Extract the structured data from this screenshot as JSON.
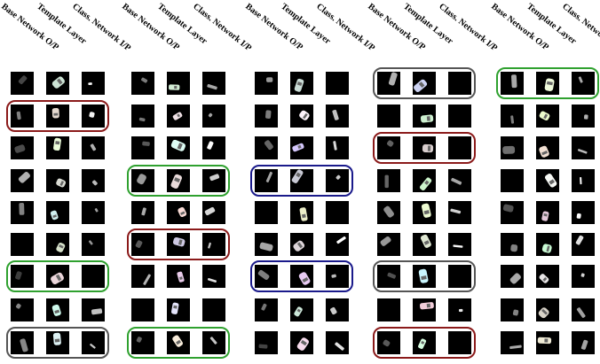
{
  "column_headers": [
    "Base Network O/P",
    "Template Layer",
    "Class. Network I/P"
  ],
  "rows_per_panel": 9,
  "panel_count": 5,
  "box_colors": {
    "red": "#8b1a1a",
    "green": "#2fa12f",
    "blue": "#1a1a8b",
    "gray": "#555555"
  },
  "highlights": [
    {
      "panel": 0,
      "row": 1,
      "color": "red"
    },
    {
      "panel": 0,
      "row": 6,
      "color": "green"
    },
    {
      "panel": 0,
      "row": 8,
      "color": "gray"
    },
    {
      "panel": 1,
      "row": 3,
      "color": "green"
    },
    {
      "panel": 1,
      "row": 5,
      "color": "red"
    },
    {
      "panel": 1,
      "row": 8,
      "color": "green"
    },
    {
      "panel": 2,
      "row": 3,
      "color": "blue"
    },
    {
      "panel": 2,
      "row": 6,
      "color": "blue"
    },
    {
      "panel": 3,
      "row": 0,
      "color": "gray"
    },
    {
      "panel": 3,
      "row": 2,
      "color": "red"
    },
    {
      "panel": 3,
      "row": 6,
      "color": "gray"
    },
    {
      "panel": 3,
      "row": 8,
      "color": "red"
    },
    {
      "panel": 4,
      "row": 0,
      "color": "green"
    }
  ]
}
